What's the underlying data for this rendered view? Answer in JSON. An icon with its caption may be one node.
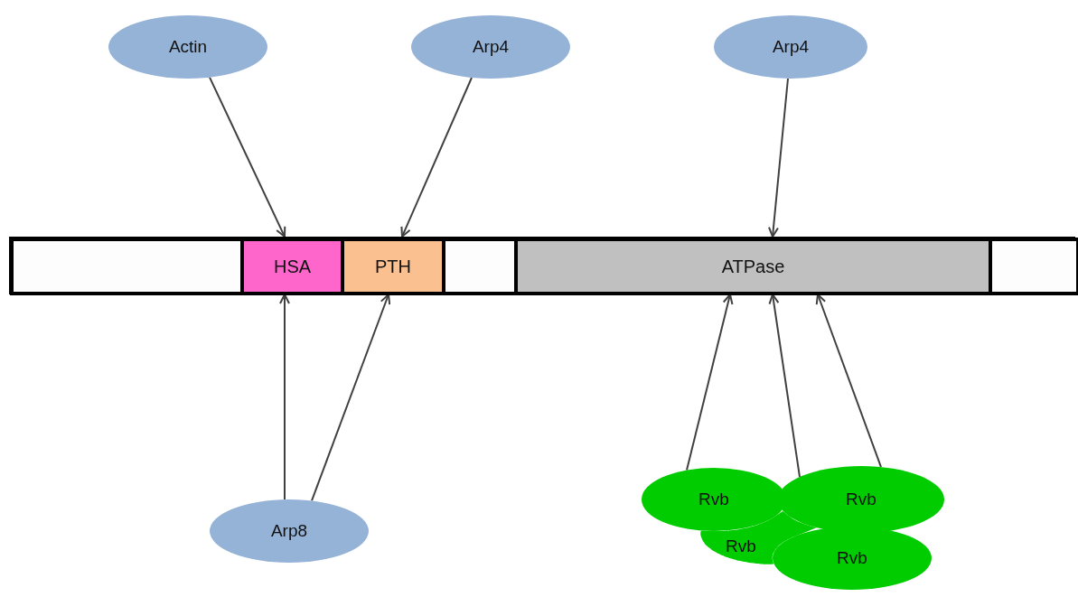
{
  "diagram": {
    "nodes": [
      {
        "text": [
          "Actin"
        ]
      },
      {
        "text": [
          "Arp4"
        ]
      },
      {
        "text": [
          "Arp4"
        ]
      },
      {
        "text": [],
        "shape": "bar"
      },
      {
        "text": [],
        "shape": "box",
        "in": 3
      },
      {
        "text": [
          "HSA"
        ],
        "in": 3
      },
      {
        "text": [
          "PTH"
        ],
        "in": 3
      },
      {
        "text": [],
        "shape": "box",
        "in": 3
      },
      {
        "text": [
          "ATPase"
        ],
        "in": 3
      },
      {
        "text": [],
        "shape": "box",
        "in": 3
      },
      {
        "text": [
          "Arp8"
        ]
      },
      {
        "text": [
          "Rvb"
        ]
      },
      {
        "text": [
          "Rvb"
        ]
      },
      {
        "text": [
          "Rvb"
        ]
      },
      {
        "text": [
          "Rvb"
        ]
      }
    ],
    "edges": [
      {
        "from": 0,
        "to": 5,
        "arrow": "to"
      },
      {
        "from": 1,
        "to": 6,
        "arrow": "to"
      },
      {
        "from": 2,
        "to": 8,
        "arrow": "to"
      },
      {
        "from": 10,
        "to": 5,
        "arrow": "to"
      },
      {
        "from": 10,
        "to": 6,
        "arrow": "to"
      },
      {
        "from": 11,
        "to": 8,
        "arrow": "to"
      },
      {
        "from": 12,
        "to": 8,
        "arrow": "to"
      },
      {
        "from": 12,
        "to": 8,
        "arrow": "to"
      }
    ]
  }
}
